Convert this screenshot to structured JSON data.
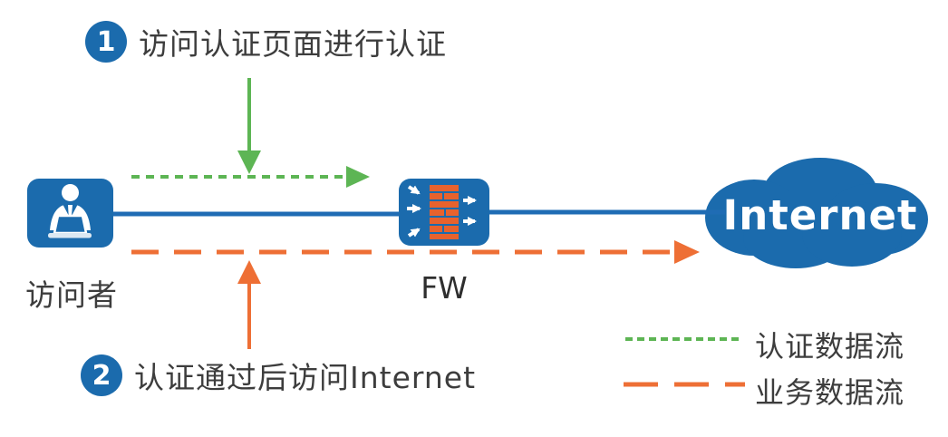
{
  "steps": [
    {
      "number": "1",
      "label": "访问认证页面进行认证"
    },
    {
      "number": "2",
      "label": "认证通过后访问Internet"
    }
  ],
  "nodes": {
    "visitor": {
      "label": "访问者"
    },
    "firewall": {
      "label": "FW"
    },
    "internet": {
      "label": "Internet"
    }
  },
  "legend": [
    {
      "label": "认证数据流",
      "line_style": "dotted",
      "color": "#5db554"
    },
    {
      "label": "业务数据流",
      "line_style": "dashed",
      "color": "#ee6f35"
    }
  ],
  "colors": {
    "node_blue": "#1b6bad",
    "link_blue": "#1f6cb4",
    "auth_flow_green": "#5db554",
    "service_flow_orange": "#ee6f35",
    "text_dark": "#3d3d3d"
  }
}
